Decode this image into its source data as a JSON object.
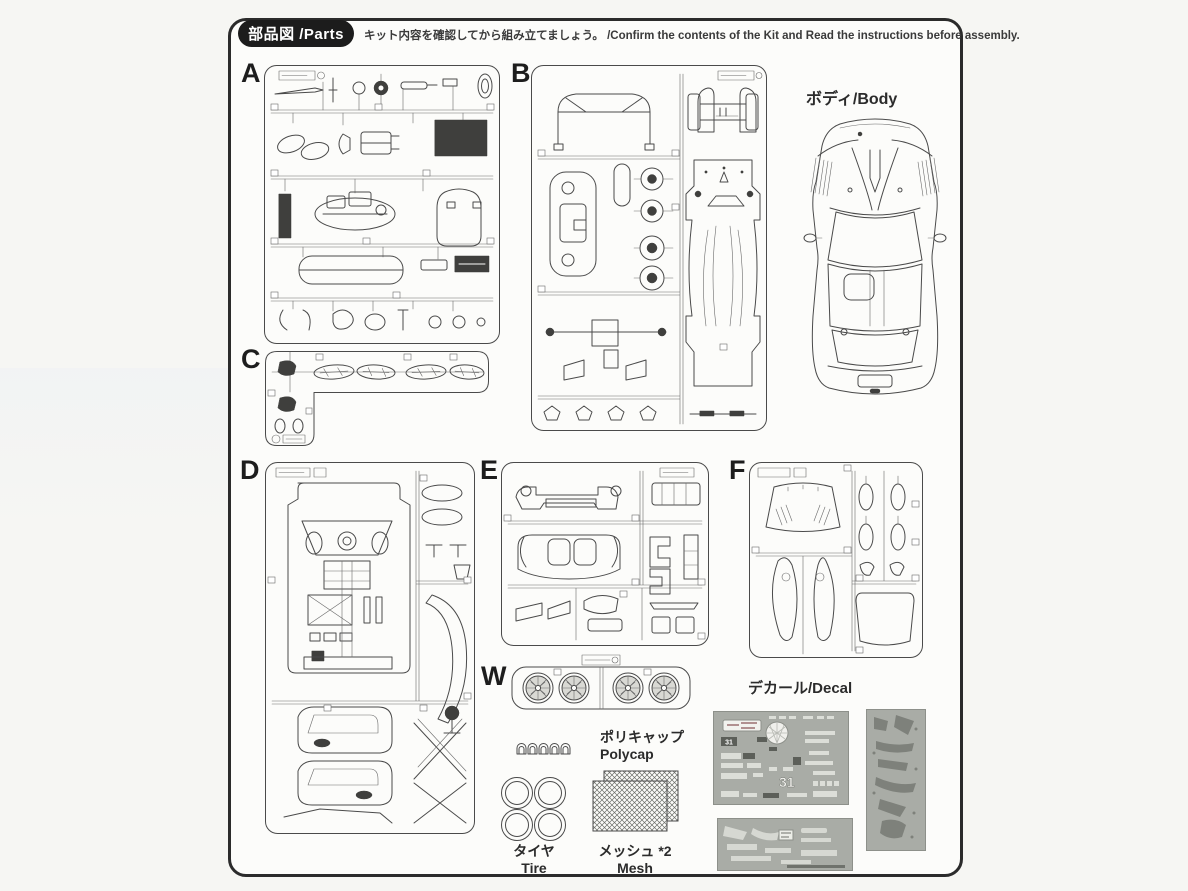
{
  "header": {
    "badge": "部品図 /Parts",
    "note": "キット内容を確認してから組み立てましょう。 /Confirm the contents of the Kit and Read the instructions before assembly."
  },
  "sprues": {
    "a": "A",
    "b": "B",
    "c": "C",
    "d": "D",
    "e": "E",
    "f": "F",
    "w": "W"
  },
  "body": {
    "label": "ボディ/Body"
  },
  "decal": {
    "label": "デカール/Decal",
    "number": "31"
  },
  "polycap": {
    "jp": "ポリキャップ",
    "en": "Polycap"
  },
  "tire": {
    "jp": "タイヤ",
    "en": "Tire"
  },
  "mesh": {
    "jp": "メッシュ",
    "qty": "*2",
    "en": "Mesh"
  },
  "colors": {
    "page_bg": "#f6f6f3",
    "panel_bg": "#fcfcfa",
    "border": "#2b2b2b",
    "line": "#4a4a4a",
    "dark_fill": "#3f3f3d",
    "badge_bg": "#1c1c1c",
    "decal_gray": "#a9aca6",
    "mask_shape": "#7e817b",
    "decal_light": "#d9dbd5"
  }
}
